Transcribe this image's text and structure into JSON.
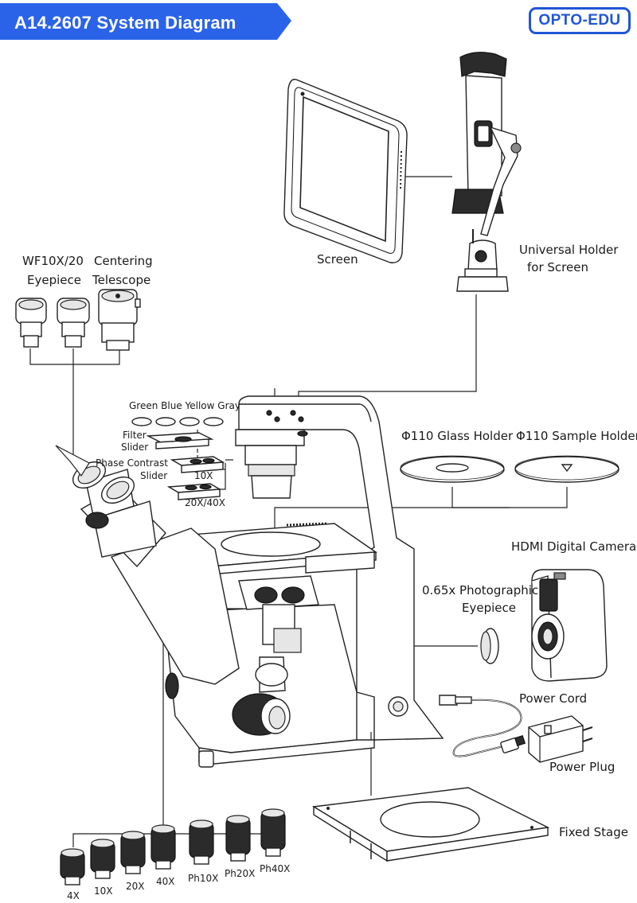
{
  "header": {
    "title": "A14.2607 System Diagram",
    "brand": "OPTO-EDU",
    "banner_color": "#2b63e8"
  },
  "labels": {
    "eyepiece": [
      "WF10X/20",
      "Eyepiece"
    ],
    "centering_telescope": [
      "Centering",
      "Telescope"
    ],
    "screen": "Screen",
    "universal_holder": [
      "Universal Holder",
      "for Screen"
    ],
    "filters": "Green Blue Yellow Gray",
    "filter_slider": [
      "Filter",
      "Slider"
    ],
    "phase_contrast_slider": [
      "Phase Contrast",
      "Slider"
    ],
    "slider_10x": "10X",
    "slider_20x40x": "20X/40X",
    "glass_holder": "Φ110 Glass Holder",
    "sample_holder": "Φ110 Sample Holder",
    "hdmi_camera": "HDMI Digital Camera",
    "photo_eyepiece": [
      "0.65x Photographic",
      "Eyepiece"
    ],
    "power_cord": "Power Cord",
    "power_plug": "Power Plug",
    "fixed_stage": "Fixed Stage"
  },
  "objectives": [
    "4X",
    "10X",
    "20X",
    "40X",
    "Ph10X",
    "Ph20X",
    "Ph40X"
  ]
}
